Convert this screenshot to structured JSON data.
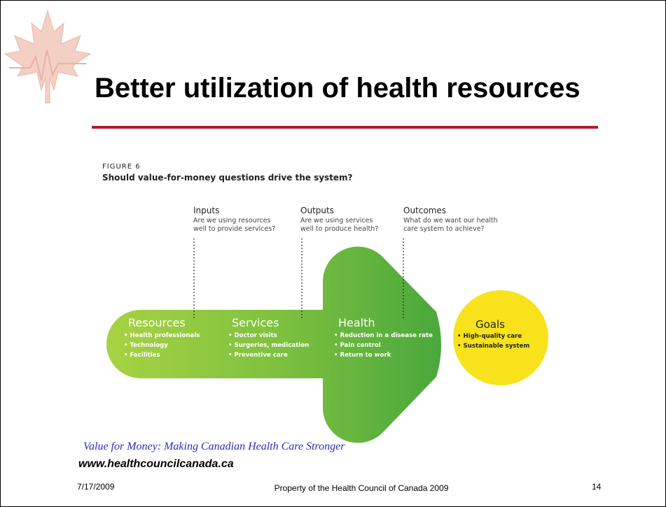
{
  "slide": {
    "title": "Better utilization of health resources"
  },
  "figure": {
    "label": "FIGURE 6",
    "question": "Should value-for-money questions drive the system?",
    "stages": [
      {
        "heading": "Inputs",
        "question_line1": "Are we using resources",
        "question_line2": "well to provide services?"
      },
      {
        "heading": "Outputs",
        "question_line1": "Are we using services",
        "question_line2": "well to produce health?"
      },
      {
        "heading": "Outcomes",
        "question_line1": "What do we want our health",
        "question_line2": "care system to achieve?"
      }
    ],
    "sections": [
      {
        "title": "Resources",
        "items": [
          "• Health professionals",
          "• Technology",
          "• Facilities"
        ]
      },
      {
        "title": "Services",
        "items": [
          "• Doctor visits",
          "• Surgeries, medication",
          "• Preventive care"
        ]
      },
      {
        "title": "Health",
        "items": [
          "• Reduction in a disease rate",
          "• Pain control",
          "• Return to work"
        ]
      }
    ],
    "goals": {
      "title": "Goals",
      "items": [
        "• High-quality care",
        "• Sustainable system"
      ]
    },
    "colors": {
      "arrow_light": "#a8d243",
      "arrow_dark": "#4aa83c",
      "goals_circle": "#f7e21c",
      "title_rule": "#b01c32"
    }
  },
  "source": {
    "citation": "Value for Money: Making Canadian Health Care Stronger",
    "url": "www.healthcouncilcanada.ca"
  },
  "footer": {
    "date": "7/17/2009",
    "owner": "Property of the Health Council of Canada 2009",
    "page": "14"
  },
  "logo": {
    "icon": "maple-leaf-heartbeat-icon"
  }
}
